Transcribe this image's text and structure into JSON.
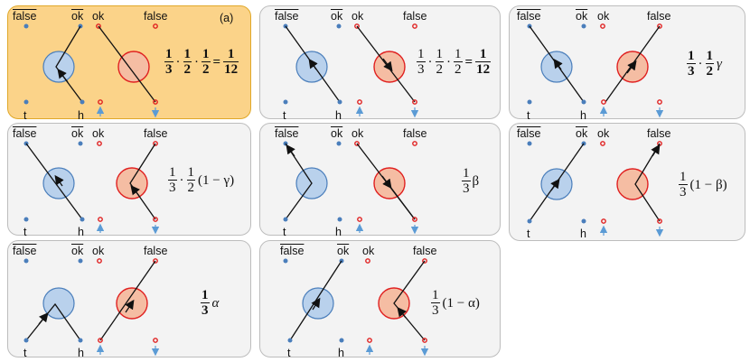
{
  "labels": {
    "false_bar": "false",
    "ok_bar": "ok",
    "ok": "ok",
    "false": "false",
    "t": "t",
    "h": "h"
  },
  "colors": {
    "highlight_fill": "#fbd389",
    "panel_fill": "#f3f3f3",
    "blue_fill": "#b9d1ec",
    "blue_stroke": "#4a7ebb",
    "red_fill": "#f5bda3",
    "red_stroke": "#e02020",
    "arrow_blue": "#5b9bd5"
  },
  "panels": [
    {
      "id": "a",
      "tag": "(a)",
      "formula": {
        "f1n": "1",
        "f1d": "3",
        "f2n": "1",
        "f2d": "2",
        "f3n": "1",
        "f3d": "2",
        "eq": "=",
        "rn": "1",
        "rd": "12"
      }
    },
    {
      "id": "b",
      "formula": {
        "f1n": "1",
        "f1d": "3",
        "f2n": "1",
        "f2d": "2",
        "f3n": "1",
        "f3d": "2",
        "eq": "=",
        "rn": "1",
        "rd": "12"
      }
    },
    {
      "id": "c",
      "formula": {
        "f1n": "1",
        "f1d": "3",
        "f2n": "1",
        "f2d": "2",
        "tail": "γ"
      }
    },
    {
      "id": "d",
      "formula": {
        "f1n": "1",
        "f1d": "3",
        "f2n": "1",
        "f2d": "2",
        "tail": "(1 − γ)"
      }
    },
    {
      "id": "e",
      "formula": {
        "f1n": "1",
        "f1d": "3",
        "tail": "β"
      }
    },
    {
      "id": "f",
      "formula": {
        "f1n": "1",
        "f1d": "3",
        "tail": "(1 − β)"
      }
    },
    {
      "id": "g",
      "formula": {
        "f1n": "1",
        "f1d": "3",
        "tail": "α"
      }
    },
    {
      "id": "h",
      "formula": {
        "f1n": "1",
        "f1d": "3",
        "tail": "(1 − α)"
      }
    }
  ]
}
